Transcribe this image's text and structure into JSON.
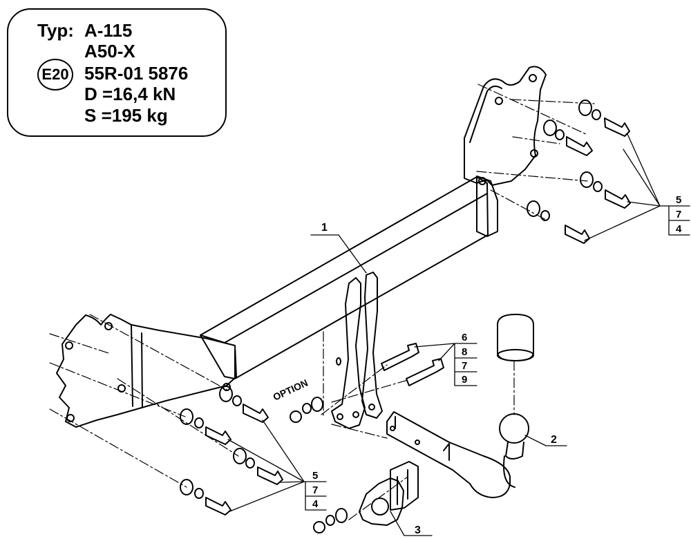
{
  "info": {
    "typ_label": "Typ:",
    "types": [
      "A-115",
      "A50-X"
    ],
    "approval_mark": "E20",
    "approval_number": "55R-01 5876",
    "d_value": "D =16,4 kN",
    "s_value": "S =195 kg"
  },
  "callouts": {
    "crossbar": "1",
    "ball": "2",
    "socket_plate": "3",
    "option": "OPTION",
    "right_group": [
      "5",
      "7",
      "4"
    ],
    "left_group": [
      "5",
      "7",
      "4"
    ],
    "neck_group": [
      "6",
      "8",
      "7",
      "9"
    ]
  }
}
